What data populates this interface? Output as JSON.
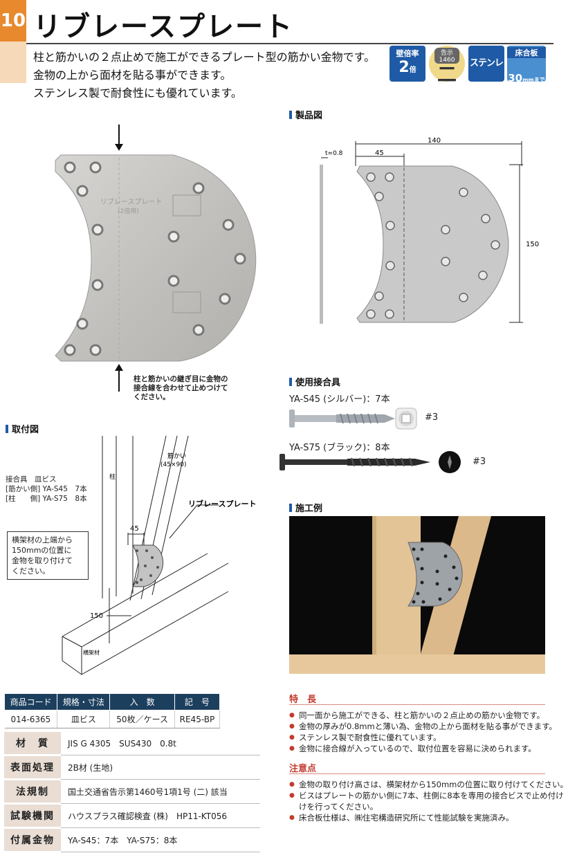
{
  "header": {
    "number": "10",
    "title": "リブレースプレート"
  },
  "intro": [
    "柱と筋かいの２点止めで施工ができるプレート型の筋かい金物です。",
    "金物の上から面材を貼る事ができます。",
    "ステンレス製で耐食性にも優れています。"
  ],
  "badges": {
    "wall_ratio_label": "壁倍率",
    "wall_ratio_value": "2",
    "wall_ratio_unit": "倍",
    "notice_label": "告示1460",
    "notice_value": "二",
    "material": "ステンレス",
    "floor_label": "床合板",
    "floor_value": "30",
    "floor_unit": "mmまで"
  },
  "photo": {
    "label_top": "リブレースプレート",
    "label_sub": "(2倍用)",
    "caption": [
      "柱と筋かいの継ぎ目に金物の",
      "接合線を合わせて止めつけて",
      "ください。"
    ]
  },
  "product_drawing": {
    "section": "製品図",
    "thickness": "t=0.8",
    "width": "140",
    "inner": "45",
    "height": "150"
  },
  "fasteners": {
    "section": "使用接合具",
    "s45": "YA-S45 (シルバー)：7本",
    "s75": "YA-S75 (ブラック)：8本",
    "drive1": "#3",
    "drive2": "#3"
  },
  "install": {
    "section": "取付図",
    "legend": [
      "接合具　皿ビス",
      "[筋かい側] YA-S45　7本",
      "[柱　　側] YA-S75　8本"
    ],
    "note": [
      "横架材の上端から",
      "150mmの位置に",
      "金物を取り付けて",
      "ください。"
    ],
    "column": "柱",
    "brace": "筋かい",
    "brace_size": "(45×90)",
    "plate": "リブレースプレート",
    "dim45": "45",
    "dim150": "150",
    "beam": "横架材"
  },
  "example": {
    "section": "施工例"
  },
  "table1": {
    "headers": [
      "商品コード",
      "規格・寸法",
      "入　数",
      "記　号"
    ],
    "row": [
      "014-6365",
      "皿ビス",
      "50枚／ケース",
      "RE45-BP"
    ]
  },
  "table2": [
    {
      "k": "材　質",
      "v": "JIS G 4305　SUS430　0.8t"
    },
    {
      "k": "表面処理",
      "v": "2B材 (生地)"
    },
    {
      "k": "法規制",
      "v": "国土交通省告示第1460号1項1号 (二) 該当"
    },
    {
      "k": "試験機関",
      "v": "ハウスプラス確認検査 (株)　HP11-KT056"
    },
    {
      "k": "付属金物",
      "v": "YA-S45：7本　YA-S75：8本"
    }
  ],
  "features": {
    "title": "特　長",
    "items": [
      "同一面から施工ができる、柱と筋かいの２点止めの筋かい金物です。",
      "金物の厚みが0.8mmと薄い為、金物の上から面材を貼る事ができます。",
      "ステンレス製で耐食性に優れています。",
      "金物に接合線が入っているので、取付位置を容易に決められます。"
    ]
  },
  "cautions": {
    "title": "注意点",
    "items": [
      "金物の取り付け高さは、横架材から150mmの位置に取り付けてください。",
      "ビスはプレートの筋かい側に7本、柱側に8本を専用の接合ビスで止め付け",
      "けを行ってください。",
      "床合板仕様は、㈱住宅構造研究所にて性能試験を実施済み。"
    ]
  }
}
